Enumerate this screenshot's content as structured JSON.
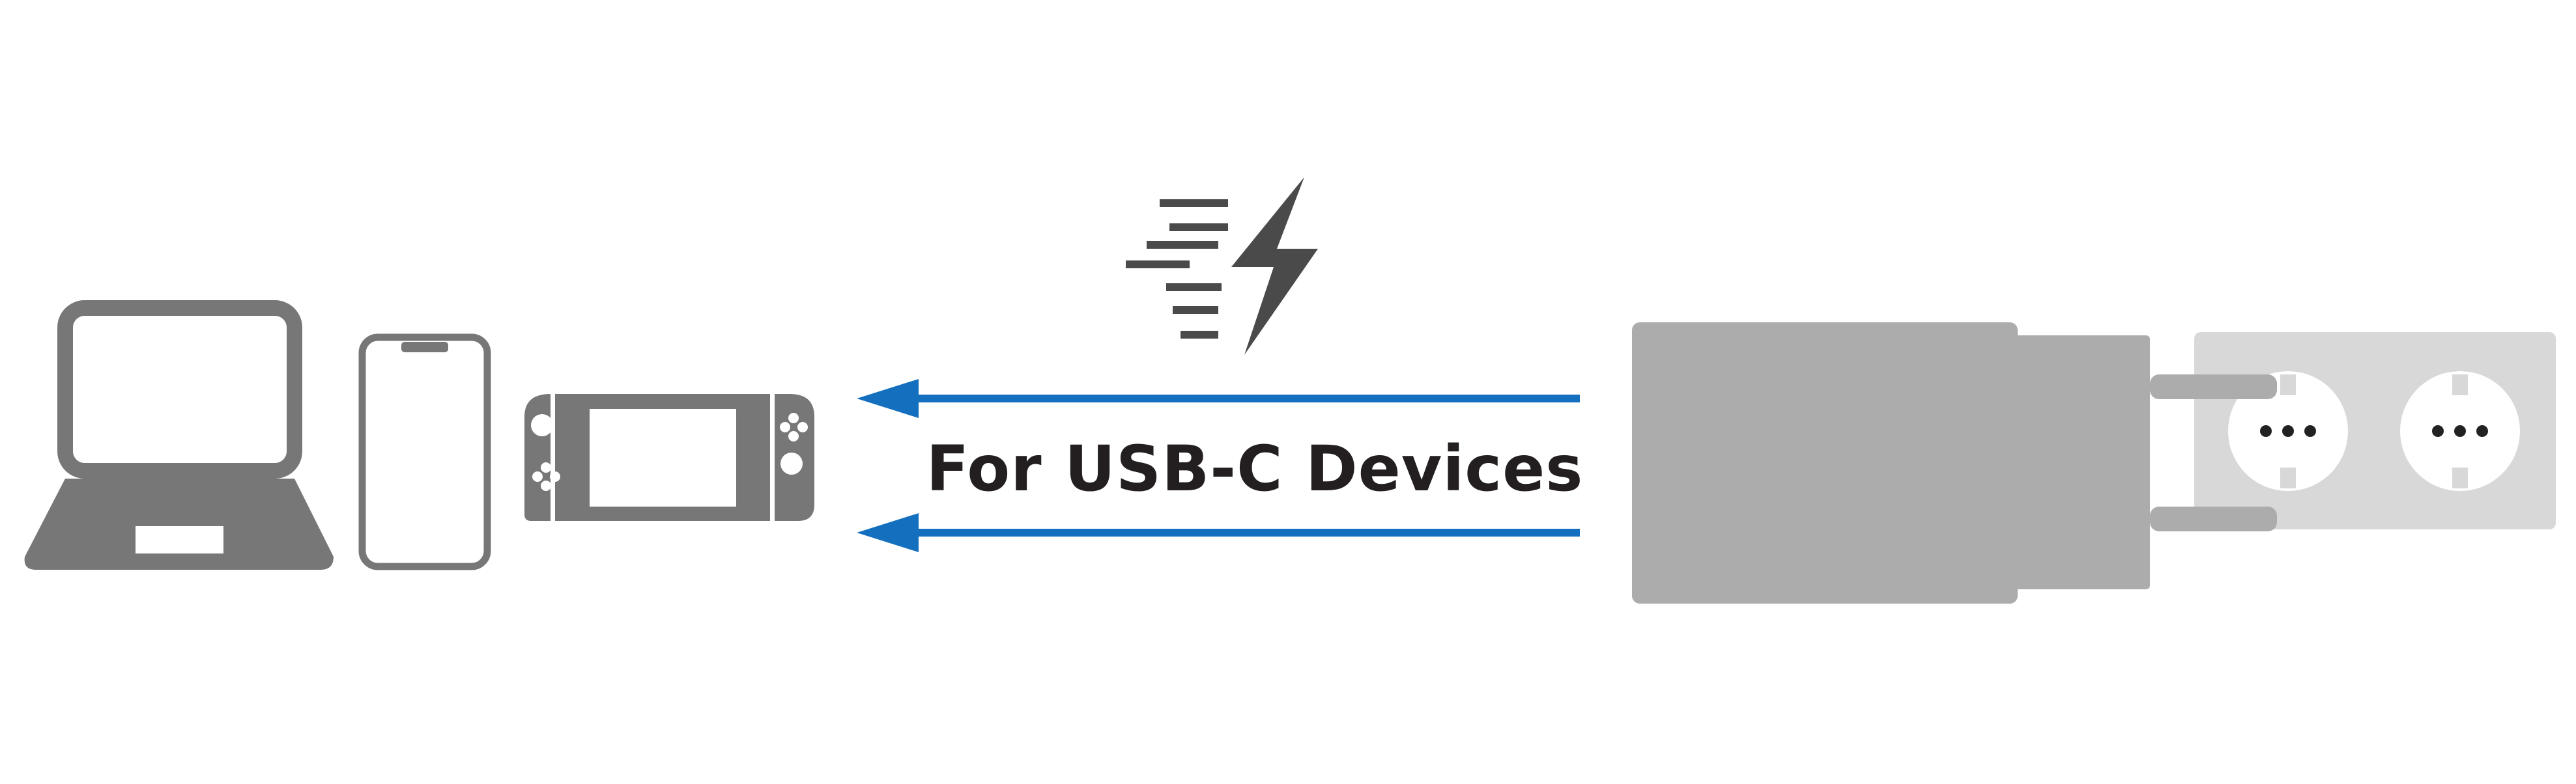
{
  "diagram": {
    "caption": "For USB-C Devices",
    "colors": {
      "background": "#ffffff",
      "device_gray": "#777777",
      "arrow_blue": "#1470be",
      "bolt_dark": "#4a4a4a",
      "charger_gray": "#acacac",
      "socket_panel": "#d8d8d8",
      "caption_text": "#231f20"
    },
    "icons": [
      "laptop-icon",
      "smartphone-icon",
      "handheld-console-icon",
      "fast-charge-bolt-icon",
      "wall-charger",
      "wall-socket"
    ],
    "arrows": [
      {
        "direction": "left"
      },
      {
        "direction": "left"
      }
    ]
  }
}
